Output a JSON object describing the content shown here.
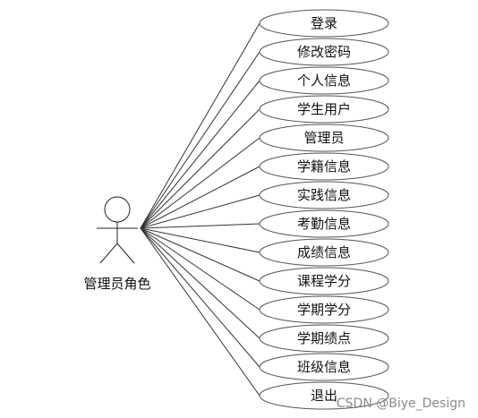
{
  "actor": {
    "label": "管理员角色"
  },
  "use_cases": [
    "登录",
    "修改密码",
    "个人信息",
    "学生用户",
    "管理员",
    "学籍信息",
    "实践信息",
    "考勤信息",
    "成绩信息",
    "课程学分",
    "学期学分",
    "学期绩点",
    "班级信息",
    "退出"
  ],
  "watermark": "CSDN @Biye_Design"
}
